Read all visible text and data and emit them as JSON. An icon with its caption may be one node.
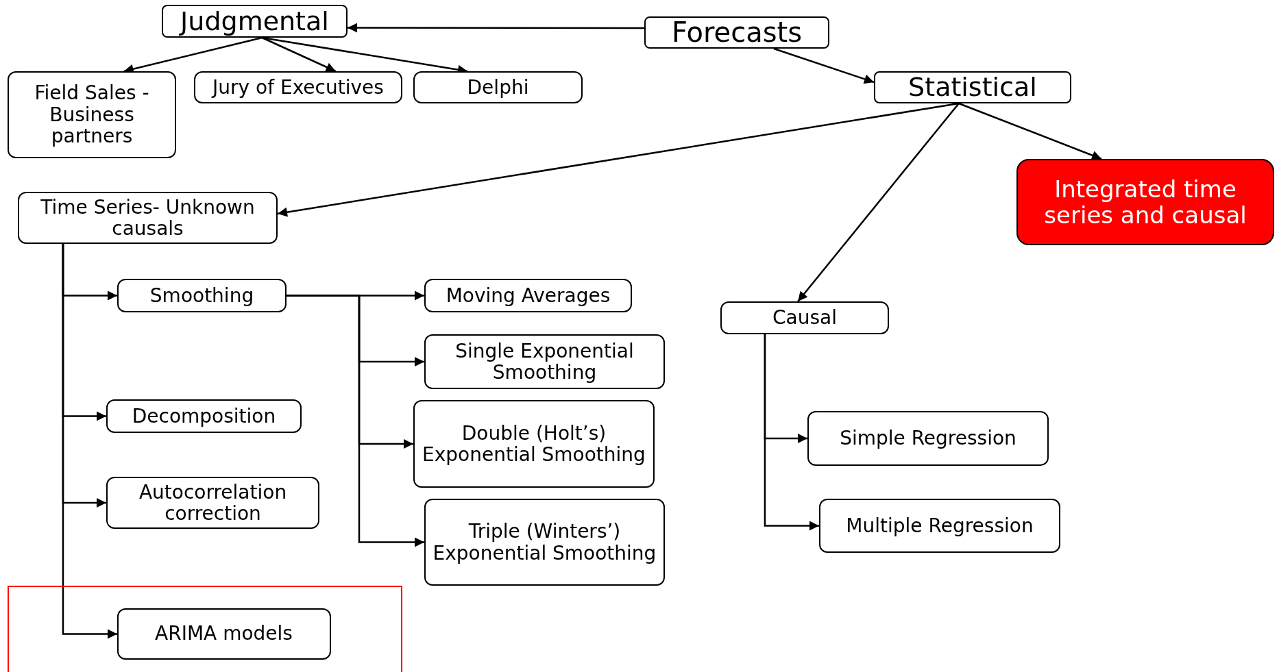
{
  "diagram": {
    "nodes": [
      {
        "text": [
          "Forecasts"
        ]
      },
      {
        "text": [
          "Judgmental"
        ]
      },
      {
        "text": [
          "Field Sales - Business partners"
        ]
      },
      {
        "text": [
          "Jury of Executives"
        ]
      },
      {
        "text": [
          "Delphi"
        ]
      },
      {
        "text": [
          "Statistical"
        ]
      },
      {
        "text": [
          "Time Series- Unknown causals"
        ]
      },
      {
        "text": [
          "Integrated time series and causal"
        ]
      },
      {
        "text": [
          "Smoothing"
        ]
      },
      {
        "text": [
          "Moving Averages"
        ]
      },
      {
        "text": [
          "Single Exponential Smoothing"
        ]
      },
      {
        "text": [
          "Double (Holt’s) Exponential Smoothing"
        ]
      },
      {
        "text": [
          "Triple (Winters’) Exponential Smoothing"
        ]
      },
      {
        "text": [
          "Decomposition"
        ]
      },
      {
        "text": [
          "Autocorrelation correction"
        ]
      },
      {
        "text": [],
        "shape": "box"
      },
      {
        "text": [
          "ARIMA models"
        ],
        "in": 15
      },
      {
        "text": [
          "Causal"
        ]
      },
      {
        "text": [
          "Simple Regression"
        ]
      },
      {
        "text": [
          "Multiple Regression"
        ]
      }
    ],
    "edges": [
      {
        "from": 0,
        "to": 1,
        "arrow": "to"
      },
      {
        "from": 0,
        "to": 5,
        "arrow": "to"
      },
      {
        "from": 1,
        "to": 2,
        "arrow": "to"
      },
      {
        "from": 1,
        "to": 3,
        "arrow": "to"
      },
      {
        "from": 1,
        "to": 4,
        "arrow": "to"
      },
      {
        "from": 5,
        "to": 6,
        "arrow": "to"
      },
      {
        "from": 5,
        "to": 17,
        "arrow": "to"
      },
      {
        "from": 5,
        "to": 7,
        "arrow": "to"
      },
      {
        "from": 6,
        "to": 8,
        "arrow": "to"
      },
      {
        "from": 6,
        "to": 13,
        "arrow": "to"
      },
      {
        "from": 6,
        "to": 14,
        "arrow": "to"
      },
      {
        "from": 6,
        "to": 16,
        "arrow": "to"
      },
      {
        "from": 8,
        "to": 9,
        "arrow": "to"
      },
      {
        "from": 8,
        "to": 10,
        "arrow": "to"
      },
      {
        "from": 8,
        "to": 11,
        "arrow": "to"
      },
      {
        "from": 8,
        "to": 12,
        "arrow": "to"
      },
      {
        "from": 17,
        "to": 18,
        "arrow": "to"
      },
      {
        "from": 17,
        "to": 19,
        "arrow": "to"
      }
    ]
  }
}
